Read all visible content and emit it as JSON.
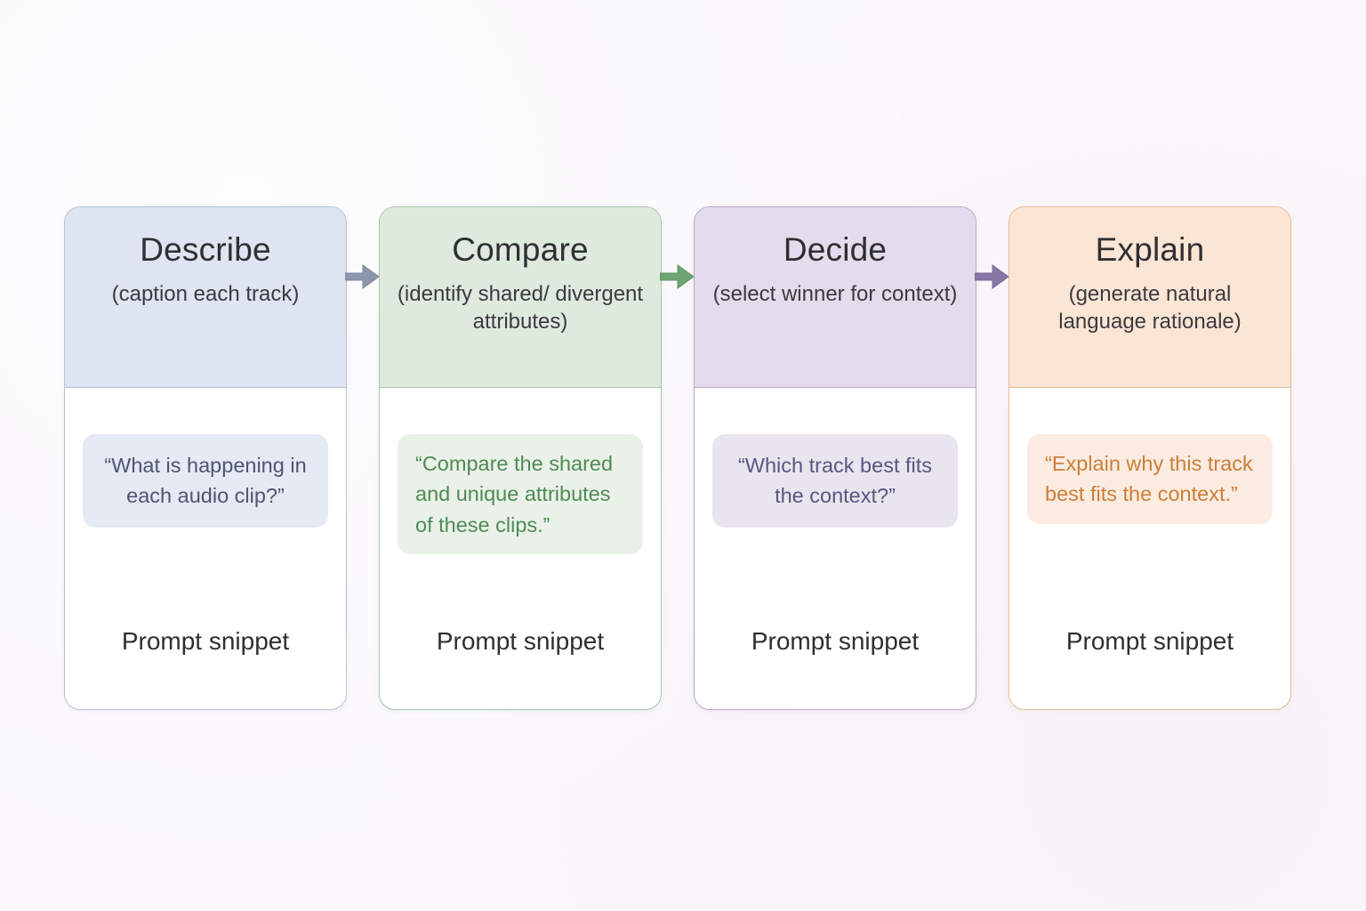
{
  "diagram": {
    "type": "horizontal-flow",
    "background_color": "#faf8fb",
    "stage_count": 4,
    "repeated_caption": "Prompt snippet"
  },
  "stages": [
    {
      "id": "describe",
      "title": "Describe",
      "subtitle": "(caption each track)",
      "snippet": "“What is happening in each audio clip?”",
      "caption": "Prompt snippet",
      "accent_color": "#b8c2d9",
      "header_fill": "#dee4f1",
      "snippet_fill": "#e5e9f3",
      "snippet_text_color": "#4e5472"
    },
    {
      "id": "compare",
      "title": "Compare",
      "subtitle": "(identify shared/ divergent attributes)",
      "snippet": "“Compare the shared and unique attributes of these clips.”",
      "caption": "Prompt snippet",
      "accent_color": "#a9c4ae",
      "header_fill": "#dfeade",
      "snippet_fill": "#eaf1e8",
      "snippet_text_color": "#4e8b54"
    },
    {
      "id": "decide",
      "title": "Decide",
      "subtitle": "(select winner for context)",
      "snippet": "“Which track best fits the context?”",
      "caption": "Prompt snippet",
      "accent_color": "#b8a9cd",
      "header_fill": "#e2dcec",
      "snippet_fill": "#e8e5ef",
      "snippet_text_color": "#5b5580"
    },
    {
      "id": "explain",
      "title": "Explain",
      "subtitle": "(generate natural language rationale)",
      "snippet": "“Explain why this track best fits the context.”",
      "caption": "Prompt snippet",
      "accent_color": "#e6bb96",
      "header_fill": "#fbe5d4",
      "snippet_fill": "#fbebe0",
      "snippet_text_color": "#cc7f37"
    }
  ],
  "connectors": [
    {
      "id": "describe-to-compare",
      "from": "describe",
      "to": "compare",
      "color": "#8b97ac",
      "glyph": "arrow-right-icon"
    },
    {
      "id": "compare-to-decide",
      "from": "compare",
      "to": "decide",
      "color": "#6ea673",
      "glyph": "arrow-right-icon"
    },
    {
      "id": "decide-to-explain",
      "from": "decide",
      "to": "explain",
      "color": "#8a77a8",
      "glyph": "arrow-right-icon"
    }
  ]
}
